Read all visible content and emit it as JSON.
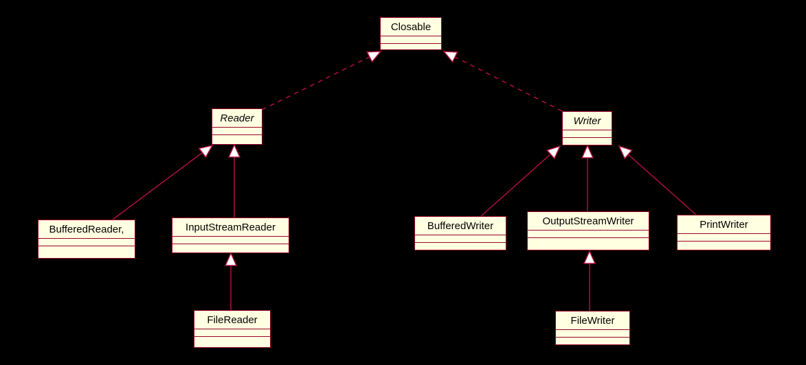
{
  "diagram": {
    "title": "Java IO Reader/Writer class hierarchy",
    "colors": {
      "background": "#000000",
      "box_fill": "#ffffe1",
      "box_border": "#990024",
      "line": "#b01040",
      "arrowhead_fill": "#ffffff",
      "text": "#000000"
    },
    "classes": [
      {
        "id": "closable",
        "name": "Closable",
        "abstract": false
      },
      {
        "id": "reader",
        "name": "Reader",
        "abstract": true
      },
      {
        "id": "writer",
        "name": "Writer",
        "abstract": true
      },
      {
        "id": "buffered-reader",
        "name": "BufferedReader,",
        "abstract": false
      },
      {
        "id": "input-stream-reader",
        "name": "InputStreamReader",
        "abstract": false
      },
      {
        "id": "file-reader",
        "name": "FileReader",
        "abstract": false
      },
      {
        "id": "buffered-writer",
        "name": "BufferedWriter",
        "abstract": false
      },
      {
        "id": "output-stream-writer",
        "name": "OutputStreamWriter",
        "abstract": false
      },
      {
        "id": "print-writer",
        "name": "PrintWriter",
        "abstract": false
      },
      {
        "id": "file-writer",
        "name": "FileWriter",
        "abstract": false
      }
    ],
    "relationships": [
      {
        "from": "Reader",
        "to": "Closable",
        "kind": "realization",
        "line": "dashed"
      },
      {
        "from": "Writer",
        "to": "Closable",
        "kind": "realization",
        "line": "dashed"
      },
      {
        "from": "BufferedReader,",
        "to": "Reader",
        "kind": "generalization",
        "line": "solid"
      },
      {
        "from": "InputStreamReader",
        "to": "Reader",
        "kind": "generalization",
        "line": "solid"
      },
      {
        "from": "FileReader",
        "to": "InputStreamReader",
        "kind": "generalization",
        "line": "solid"
      },
      {
        "from": "BufferedWriter",
        "to": "Writer",
        "kind": "generalization",
        "line": "solid"
      },
      {
        "from": "OutputStreamWriter",
        "to": "Writer",
        "kind": "generalization",
        "line": "solid"
      },
      {
        "from": "PrintWriter",
        "to": "Writer",
        "kind": "generalization",
        "line": "solid"
      },
      {
        "from": "FileWriter",
        "to": "OutputStreamWriter",
        "kind": "generalization",
        "line": "solid"
      }
    ]
  }
}
